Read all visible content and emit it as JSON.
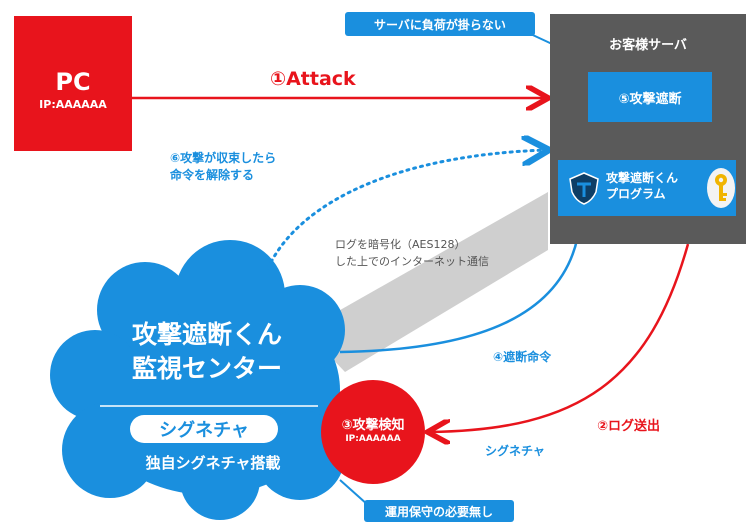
{
  "pc": {
    "title": "PC",
    "ip": "IP:AAAAAA"
  },
  "server": {
    "title": "お客様サーバ",
    "block_label": "⑤攻撃遮断",
    "program_line1": "攻撃遮断くん",
    "program_line2": "プログラム"
  },
  "callouts": {
    "no_load": "サーバに負荷が掛らない",
    "no_maintenance": "運用保守の必要無し"
  },
  "flows": {
    "attack": "①Attack",
    "release_line1": "⑥攻撃が収束したら",
    "release_line2": "命令を解除する",
    "log_line1": "ログを暗号化（AES128）",
    "log_line2": "した上でのインターネット通信",
    "block_command": "④遮断命令",
    "log_send": "②ログ送出",
    "signature": "シグネチャ"
  },
  "center": {
    "title_line1": "攻撃遮断くん",
    "title_line2": "監視センター",
    "signature_pill": "シグネチャ",
    "signature_carry": "独自シグネチャ搭載"
  },
  "detection": {
    "title": "③攻撃検知",
    "ip": "IP:AAAAAA"
  },
  "colors": {
    "red": "#e8141c",
    "blue": "#1a8fde",
    "server_gray": "#5a5a5a",
    "band_gray": "#cfcfcf"
  }
}
